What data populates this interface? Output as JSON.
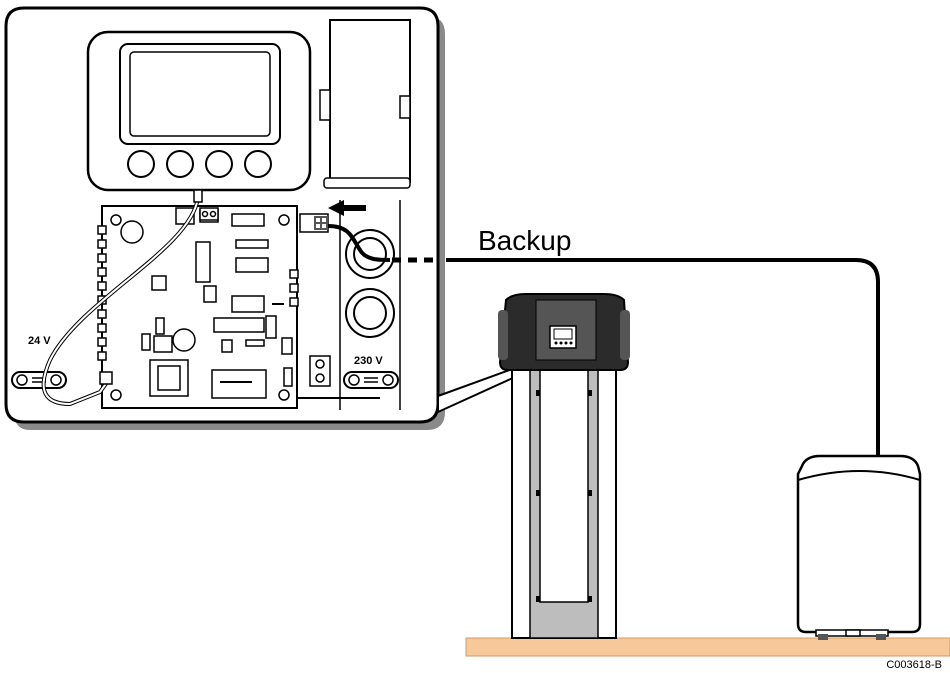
{
  "labels": {
    "backup": "Backup",
    "voltage_low": "24 V",
    "voltage_mains": "230 V",
    "figure_ref": "C003618-B"
  },
  "colors": {
    "floor": "#f6c89a",
    "floor_edge": "#d89a60",
    "line": "#000000",
    "panel_dark": "#2b2b2b",
    "panel_mid": "#555555",
    "tank_inner": "#bdbdbd",
    "shadow": "#9a9a9a"
  }
}
